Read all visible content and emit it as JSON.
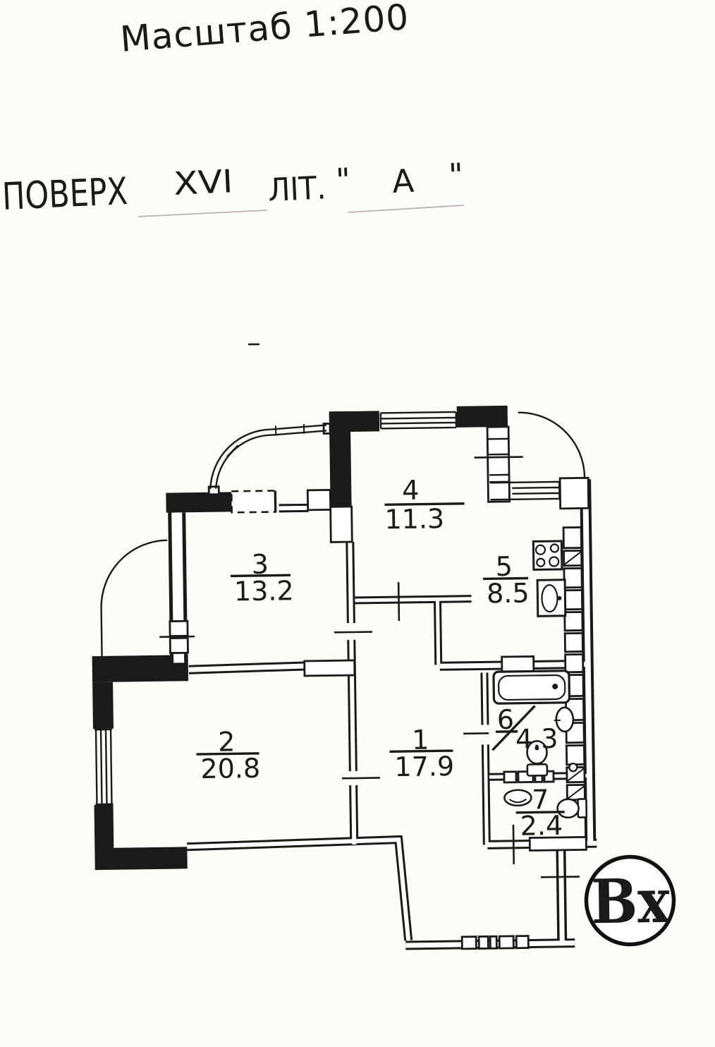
{
  "header": {
    "scale": "Масштаб 1:200",
    "floor_label": "ПОВЕРХ",
    "floor_value": "XVI",
    "lit_label": "ЛІТ.",
    "quote_open": "\"",
    "letter_value": "А",
    "quote_close": "\""
  },
  "rooms": [
    {
      "number": "1",
      "area": "17.9"
    },
    {
      "number": "2",
      "area": "20.8"
    },
    {
      "number": "3",
      "area": "13.2"
    },
    {
      "number": "4",
      "area": "11.3"
    },
    {
      "number": "5",
      "area": "8.5"
    },
    {
      "number": "6",
      "area": "4.3"
    },
    {
      "number": "7",
      "area": "2.4"
    }
  ],
  "entrance": {
    "label": "Вх",
    "color": "#de2621"
  },
  "colors": {
    "ink": "#1a1a1a",
    "paper": "#fcfcfa"
  }
}
